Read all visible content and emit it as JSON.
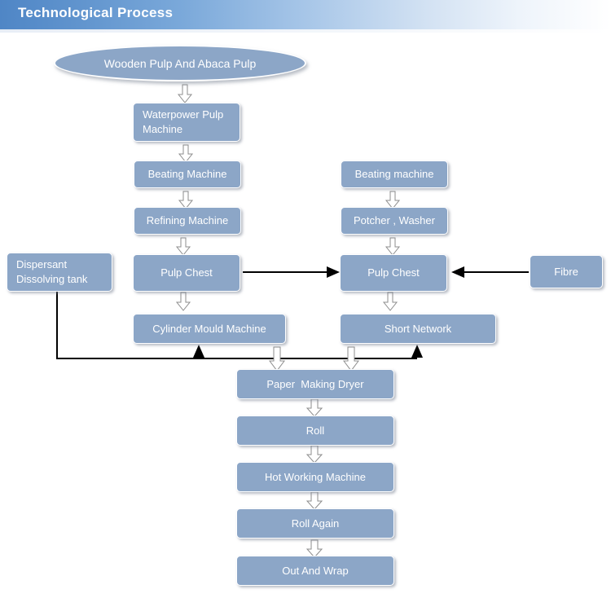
{
  "header": {
    "title": "Technological Process"
  },
  "diagram": {
    "type": "flowchart",
    "start_node": {
      "id": "start",
      "shape": "ellipse",
      "label": "Wooden Pulp And Abaca Pulp"
    },
    "nodes": [
      {
        "id": "waterpower-pulp-machine",
        "label": "Waterpower Pulp\nMachine",
        "column": "left",
        "align": "left"
      },
      {
        "id": "beating-machine-left",
        "label": "Beating Machine",
        "column": "left",
        "align": "center"
      },
      {
        "id": "refining-machine",
        "label": "Refining Machine",
        "column": "left",
        "align": "center"
      },
      {
        "id": "pulp-chest-left",
        "label": "Pulp Chest",
        "column": "left",
        "align": "center"
      },
      {
        "id": "cylinder-mould-machine",
        "label": "Cylinder Mould Machine",
        "column": "left",
        "align": "center"
      },
      {
        "id": "beating-machine-right",
        "label": "Beating machine",
        "column": "right",
        "align": "center"
      },
      {
        "id": "potcher-washer",
        "label": "Potcher , Washer",
        "column": "right",
        "align": "center"
      },
      {
        "id": "pulp-chest-right",
        "label": "Pulp Chest",
        "column": "right",
        "align": "center"
      },
      {
        "id": "short-network",
        "label": "Short Network",
        "column": "right",
        "align": "center"
      },
      {
        "id": "dispersant-dissolving-tank",
        "label": "Dispersant\nDissolving tank",
        "column": "far-left",
        "align": "left"
      },
      {
        "id": "fibre",
        "label": "Fibre",
        "column": "far-right",
        "align": "center"
      },
      {
        "id": "paper-making-dryer",
        "label": "Paper  Making Dryer",
        "column": "bottom",
        "align": "center"
      },
      {
        "id": "roll",
        "label": "Roll",
        "column": "bottom",
        "align": "center"
      },
      {
        "id": "hot-working-machine",
        "label": "Hot Working Machine",
        "column": "bottom",
        "align": "center"
      },
      {
        "id": "roll-again",
        "label": "Roll Again",
        "column": "bottom",
        "align": "center"
      },
      {
        "id": "out-and-wrap",
        "label": "Out And Wrap",
        "column": "bottom",
        "align": "center"
      }
    ],
    "edges": [
      {
        "from": "start",
        "to": "waterpower-pulp-machine",
        "style": "hollow-down"
      },
      {
        "from": "waterpower-pulp-machine",
        "to": "beating-machine-left",
        "style": "hollow-down"
      },
      {
        "from": "beating-machine-left",
        "to": "refining-machine",
        "style": "hollow-down"
      },
      {
        "from": "refining-machine",
        "to": "pulp-chest-left",
        "style": "hollow-down"
      },
      {
        "from": "pulp-chest-left",
        "to": "cylinder-mould-machine",
        "style": "hollow-down"
      },
      {
        "from": "pulp-chest-left",
        "to": "pulp-chest-right",
        "style": "solid-right"
      },
      {
        "from": "beating-machine-right",
        "to": "potcher-washer",
        "style": "hollow-down"
      },
      {
        "from": "potcher-washer",
        "to": "pulp-chest-right",
        "style": "hollow-down"
      },
      {
        "from": "pulp-chest-right",
        "to": "short-network",
        "style": "hollow-down"
      },
      {
        "from": "fibre",
        "to": "pulp-chest-right",
        "style": "solid-left"
      },
      {
        "from": "dispersant-dissolving-tank",
        "to": "cylinder-mould-machine",
        "style": "solid-bus-up"
      },
      {
        "from": "dispersant-dissolving-tank",
        "to": "short-network",
        "style": "solid-bus-up"
      },
      {
        "from": "cylinder-mould-machine",
        "to": "paper-making-dryer",
        "style": "hollow-down"
      },
      {
        "from": "short-network",
        "to": "paper-making-dryer",
        "style": "hollow-down"
      },
      {
        "from": "paper-making-dryer",
        "to": "roll",
        "style": "hollow-down"
      },
      {
        "from": "roll",
        "to": "hot-working-machine",
        "style": "hollow-down"
      },
      {
        "from": "hot-working-machine",
        "to": "roll-again",
        "style": "hollow-down"
      },
      {
        "from": "roll-again",
        "to": "out-and-wrap",
        "style": "hollow-down"
      }
    ],
    "colors": {
      "node_fill": "#8ca6c7",
      "node_text": "#ffffff",
      "header_accent": "#4f86c6",
      "connector_solid": "#000000",
      "connector_hollow_fill": "#ffffff",
      "connector_hollow_stroke": "#8c8c8c",
      "background": "#ffffff"
    }
  }
}
